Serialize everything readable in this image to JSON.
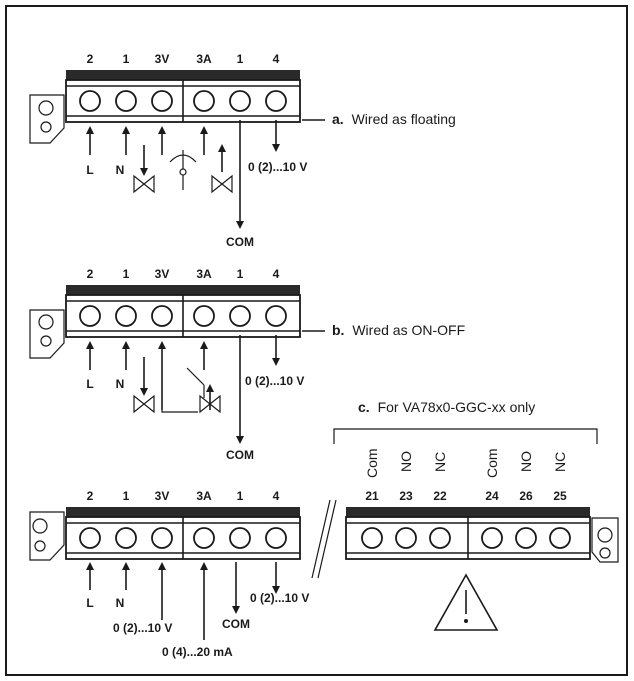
{
  "section_a": {
    "pins": [
      "2",
      "1",
      "3V",
      "3A",
      "1",
      "4"
    ],
    "label_letter": "a.",
    "label_text": "Wired as floating",
    "L": "L",
    "N": "N",
    "output": "0 (2)...10 V",
    "com": "COM"
  },
  "section_b": {
    "pins": [
      "2",
      "1",
      "3V",
      "3A",
      "1",
      "4"
    ],
    "label_letter": "b.",
    "label_text": "Wired as ON-OFF",
    "L": "L",
    "N": "N",
    "output": "0 (2)...10 V",
    "com": "COM"
  },
  "section_c": {
    "pins": [
      "2",
      "1",
      "3V",
      "3A",
      "1",
      "4"
    ],
    "L": "L",
    "N": "N",
    "input_v": "0 (2)...10 V",
    "input_ma": "0 (4)...20 mA",
    "com": "COM",
    "output": "0 (2)...10 V",
    "relay_title_letter": "c.",
    "relay_title_text": "For VA78x0-GGC-xx only",
    "relay_functions": [
      "Com",
      "NO",
      "NC",
      "Com",
      "NO",
      "NC"
    ],
    "relay_pins": [
      "21",
      "23",
      "22",
      "24",
      "26",
      "25"
    ]
  },
  "icons": [
    "valve-icon",
    "three-way-valve-icon",
    "warning-triangle-icon",
    "arrow-icon"
  ]
}
